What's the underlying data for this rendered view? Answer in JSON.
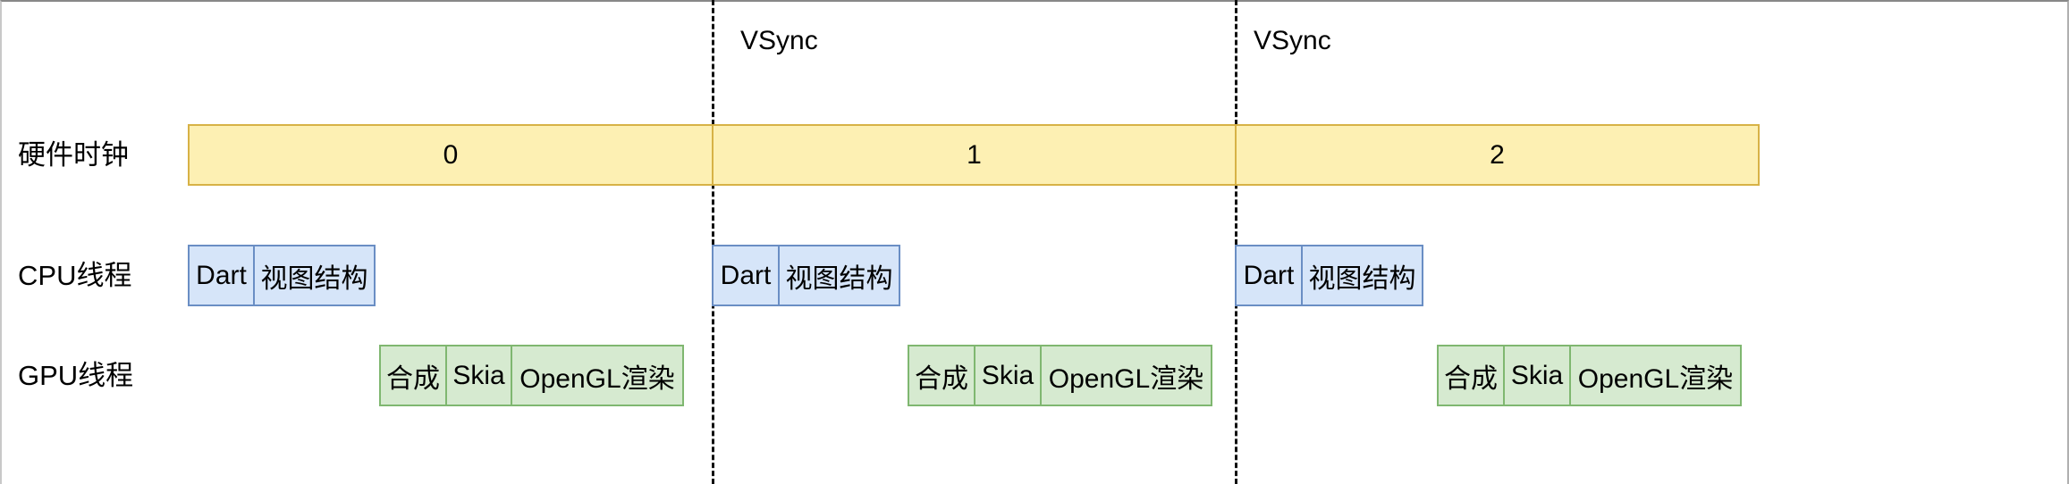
{
  "vsync_labels": [
    "VSync",
    "VSync"
  ],
  "rows": {
    "clock_label": "硬件时钟",
    "cpu_label": "CPU线程",
    "gpu_label": "GPU线程"
  },
  "clock_segments": [
    "0",
    "1",
    "2"
  ],
  "cpu_frames": [
    {
      "dart": "Dart",
      "view": "视图结构"
    },
    {
      "dart": "Dart",
      "view": "视图结构"
    },
    {
      "dart": "Dart",
      "view": "视图结构"
    }
  ],
  "gpu_frames": [
    {
      "compose": "合成",
      "skia": "Skia",
      "render": "OpenGL渲染"
    },
    {
      "compose": "合成",
      "skia": "Skia",
      "render": "OpenGL渲染"
    },
    {
      "compose": "合成",
      "skia": "Skia",
      "render": "OpenGL渲染"
    }
  ],
  "colors": {
    "clock_fill": "#fdf0b3",
    "clock_border": "#d7b246",
    "cpu_fill": "#d6e5f9",
    "cpu_border": "#6a8ec4",
    "gpu_fill": "#d6ead0",
    "gpu_border": "#7fb770",
    "vsync_line": "#111111"
  }
}
